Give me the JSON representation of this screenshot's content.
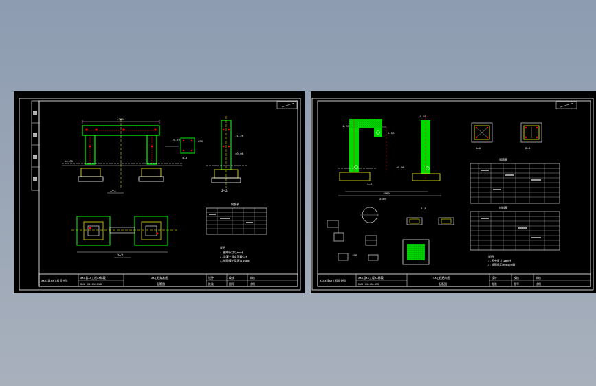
{
  "colors": {
    "background": "#95a3b5",
    "sheet": "#000000",
    "frame": "#ffffff",
    "concrete": "#00ff00",
    "rebar": "#ffff00",
    "dimension": "#ffffff",
    "highlight": "#ff0000"
  },
  "left_sheet": {
    "title_block": {
      "org": "XXXX县XX工程设计院",
      "project_line1": "XXX县XX工程XX标段",
      "project_line2": "XXX XX-XX-XXX",
      "drawing_title": "XX工程结构图",
      "drawing_sub": "配筋图",
      "cells": [
        "设计",
        "校核",
        "审核",
        "批准",
        "图号",
        "比例"
      ]
    },
    "elevation_label": "1—1",
    "section_label": "2—2",
    "plan_label": "3—3",
    "small_section_label": "4—4",
    "table_title": "钢筋表",
    "notes_title": "说明",
    "notes": [
      "1.图中尺寸以mm计",
      "2.混凝土强度等级C25",
      "3.钢筋保护层厚度35mm"
    ]
  },
  "right_sheet": {
    "title_block": {
      "org": "XXXX县XX工程设计院",
      "project_line1": "XXX县XX工程XX标段",
      "project_line2": "XXX XX-XX-XXX",
      "drawing_title": "XX工程结构图",
      "drawing_sub": "配筋图",
      "cells": [
        "设计",
        "校核",
        "审核",
        "批准",
        "图号",
        "比例"
      ]
    },
    "elevation_label": "1—1",
    "section_label": "2—2",
    "detail_labels": [
      "A—A",
      "B—B"
    ],
    "table1_title": "钢筋表",
    "table2_title": "材料表",
    "notes_title": "说明",
    "notes": [
      "1.图中尺寸以mm计",
      "2.钢筋采用HRB400级"
    ]
  }
}
